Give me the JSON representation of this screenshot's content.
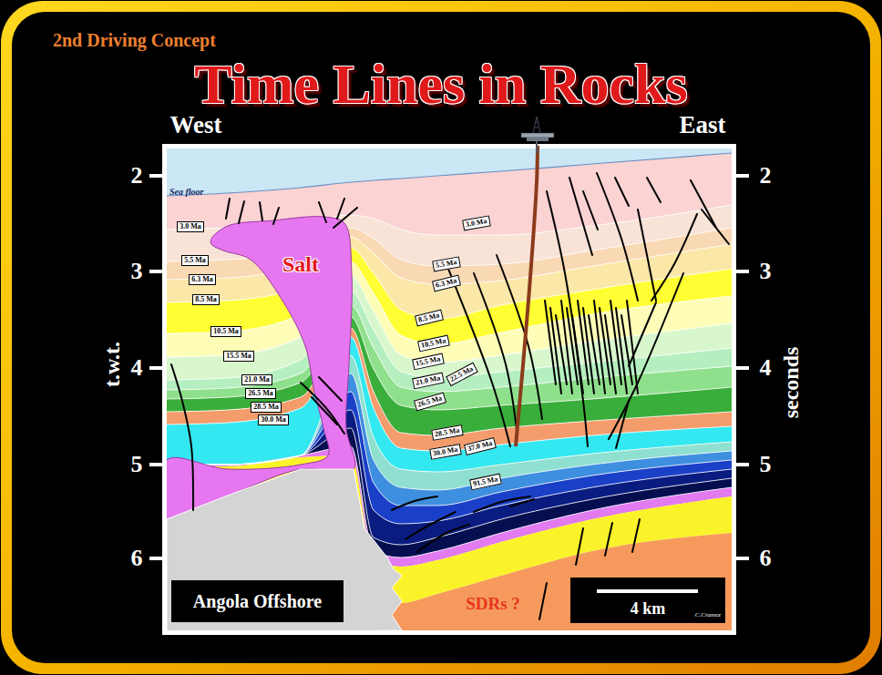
{
  "diagram": {
    "title": "Time Lines in Rocks",
    "nodes": [
      {
        "text": [
          "3.0 Ma"
        ]
      },
      {
        "text": [
          "5.5 Ma"
        ]
      },
      {
        "text": [
          "6.3 Ma"
        ]
      },
      {
        "text": [
          "8.5 Ma"
        ]
      },
      {
        "text": [
          "10.5 Ma"
        ]
      },
      {
        "text": [
          "15.5 Ma"
        ]
      },
      {
        "text": [
          "21.0 Ma"
        ]
      },
      {
        "text": [
          "26.5 Ma"
        ]
      },
      {
        "text": [
          "28.5 Ma"
        ]
      },
      {
        "text": [
          "30.0 Ma"
        ]
      },
      {
        "text": [
          "3.0 Ma"
        ]
      },
      {
        "text": [
          "5.5 Ma"
        ]
      },
      {
        "text": [
          "6.3 Ma"
        ]
      },
      {
        "text": [
          "8.5 Ma"
        ]
      },
      {
        "text": [
          "10.5 Ma"
        ]
      },
      {
        "text": [
          "15.5 Ma"
        ]
      },
      {
        "text": [
          "21.0 Ma"
        ]
      },
      {
        "text": [
          "22.5 Ma"
        ]
      },
      {
        "text": [
          "26.5 Ma"
        ]
      },
      {
        "text": [
          "28.5 Ma"
        ]
      },
      {
        "text": [
          "30.0 Ma"
        ]
      },
      {
        "text": [
          "37.0 Ma"
        ]
      },
      {
        "text": [
          "91.5 Ma"
        ]
      },
      {
        "text": [
          "Angola Offshore"
        ]
      },
      {
        "text": [
          "4 km",
          "C.Cramez"
        ]
      }
    ],
    "labels": [
      "2nd Driving Concept",
      "West",
      "East",
      "2",
      "3",
      "4",
      "5",
      "6",
      "2",
      "3",
      "4",
      "5",
      "6",
      "t.w.t.",
      "seconds",
      "Sea floor",
      "Salt",
      "SDRs ?"
    ]
  }
}
